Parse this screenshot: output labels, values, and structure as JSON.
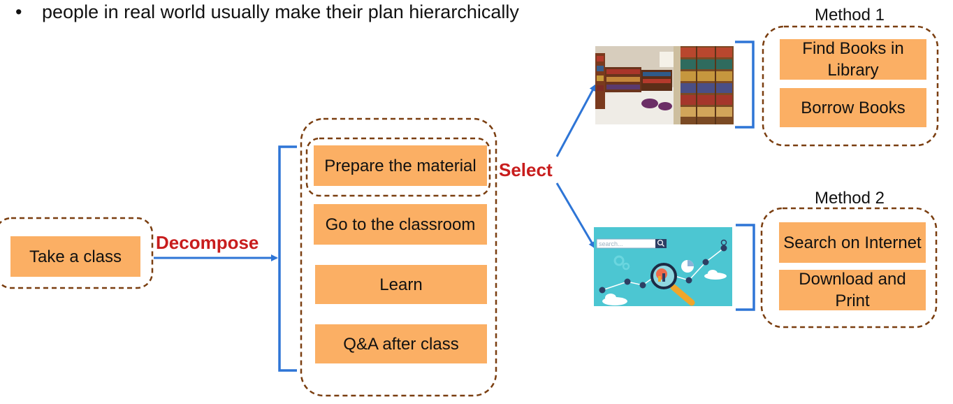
{
  "bullet": {
    "symbol": "•",
    "text": "people in real world usually make their plan hierarchically"
  },
  "root_task": "Take a class",
  "decompose_label": "Decompose",
  "select_label": "Select",
  "subtasks": [
    "Prepare the material",
    "Go to the classroom",
    "Learn",
    "Q&A after class"
  ],
  "methods": [
    {
      "label": "Method 1",
      "image": "library-bookshelves-photo",
      "steps": [
        "Find Books in Library",
        "Borrow Books"
      ]
    },
    {
      "label": "Method 2",
      "image": "internet-search-illustration",
      "search_placeholder": "search...",
      "steps": [
        "Search on Internet",
        "Download and Print"
      ]
    }
  ],
  "colors": {
    "box_fill": "#FBAF64",
    "dashed_border": "#7A3E10",
    "bracket_arrow": "#2E75D6",
    "red_label": "#C81D1D"
  }
}
